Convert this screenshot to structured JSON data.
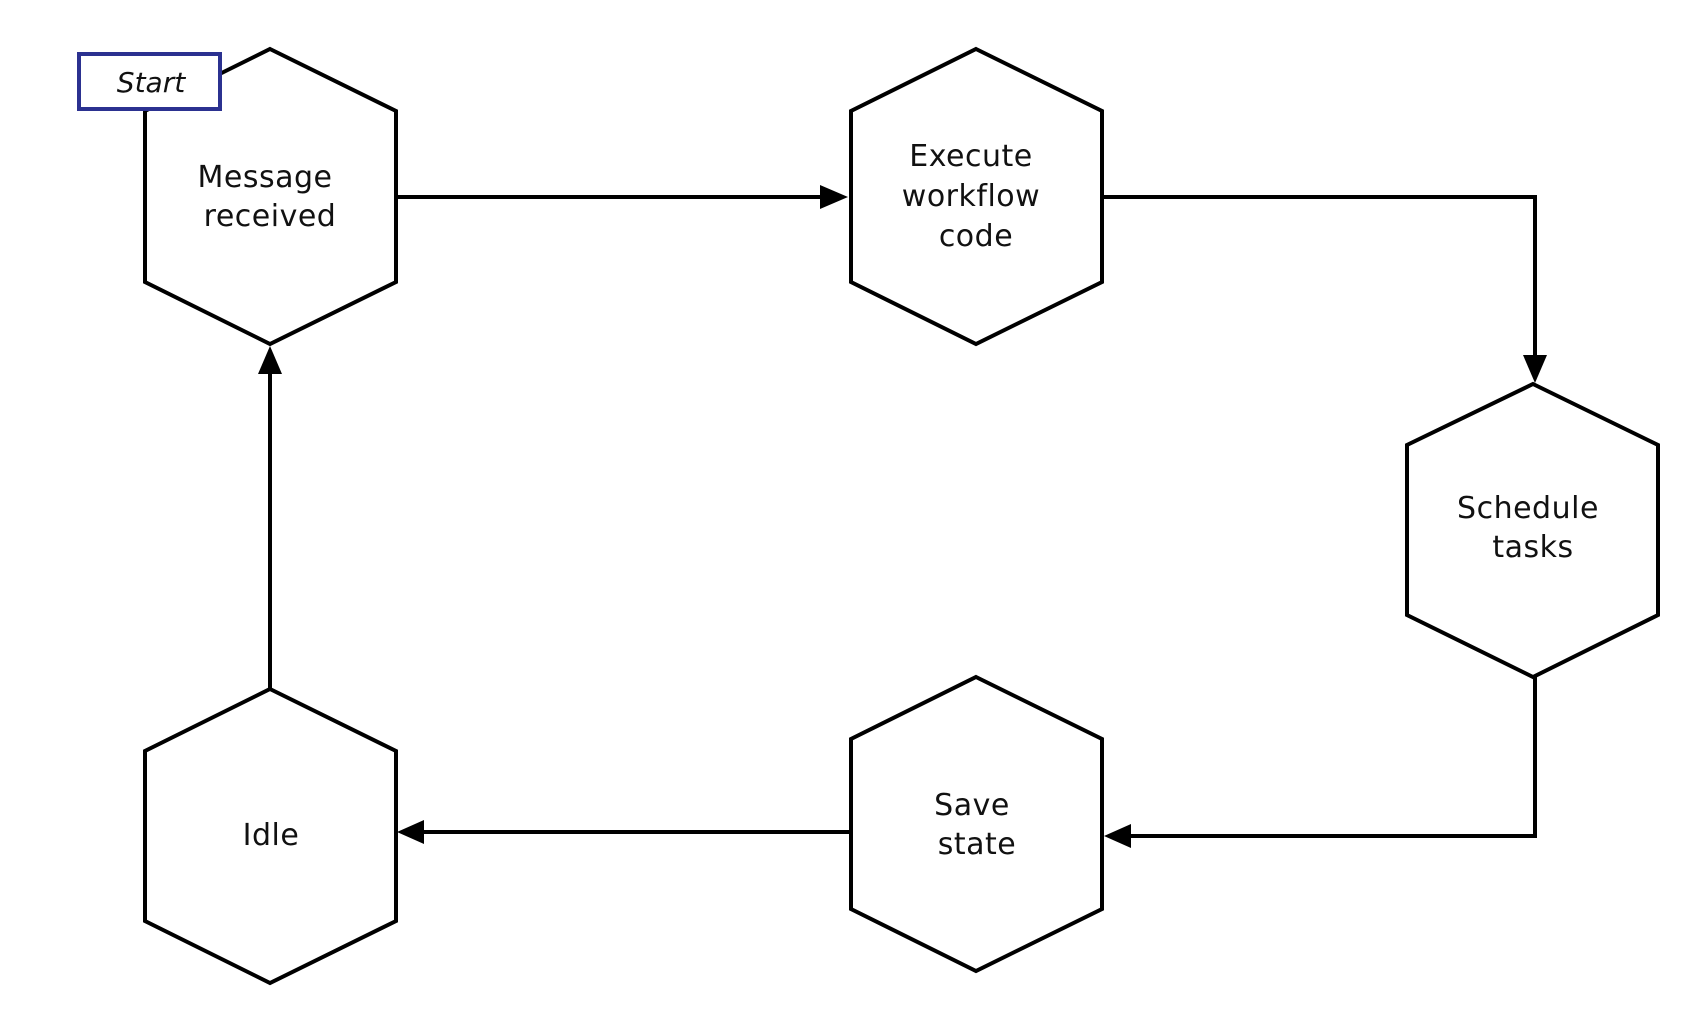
{
  "diagram": {
    "start_tag": "Start",
    "nodes": [
      {
        "id": "message-received",
        "lines": [
          "Message",
          "received"
        ]
      },
      {
        "id": "execute-workflow-code",
        "lines": [
          "Execute",
          "workflow",
          "code"
        ]
      },
      {
        "id": "schedule-tasks",
        "lines": [
          "Schedule",
          "tasks"
        ]
      },
      {
        "id": "save-state",
        "lines": [
          "Save",
          "state"
        ]
      },
      {
        "id": "idle",
        "lines": [
          "Idle"
        ]
      }
    ],
    "edges": [
      {
        "from": "message-received",
        "to": "execute-workflow-code"
      },
      {
        "from": "execute-workflow-code",
        "to": "schedule-tasks"
      },
      {
        "from": "schedule-tasks",
        "to": "save-state"
      },
      {
        "from": "save-state",
        "to": "idle"
      },
      {
        "from": "idle",
        "to": "message-received"
      }
    ],
    "colors": {
      "stroke": "#000000",
      "start_border": "#2b3190",
      "background": "#ffffff"
    }
  }
}
